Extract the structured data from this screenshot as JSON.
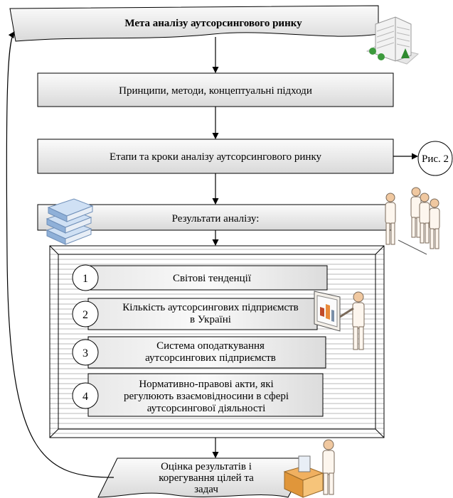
{
  "goal": {
    "label": "Мета аналізу аутсорсингового ринку"
  },
  "principles": {
    "label": "Принципи, методи, концептуальні підходи"
  },
  "stages": {
    "label": "Етапи та кроки аналізу аутсорсингового ринку"
  },
  "figure_ref": {
    "label": "Рис. 2"
  },
  "results": {
    "label": "Результати аналізу:"
  },
  "items": [
    {
      "num": "1",
      "lines": [
        "Світові тенденції"
      ]
    },
    {
      "num": "2",
      "lines": [
        "Кількість аутсорсингових підприємств",
        "в Україні"
      ]
    },
    {
      "num": "3",
      "lines": [
        "Система оподаткування",
        "аутсорсингових підприємств"
      ]
    },
    {
      "num": "4",
      "lines": [
        "Нормативно-правові акти, які",
        "регулюють взаємовідносини в сфері",
        "аутсорсингової діяльності"
      ]
    }
  ],
  "evaluation": {
    "lines": [
      "Оцінка результатів і",
      "корегування цілей та",
      "задач"
    ]
  },
  "colors": {
    "box_light": "#f4f4f4",
    "box_dark": "#d8d8d8",
    "stroke": "#000000",
    "stripe": "#c8c8c8"
  },
  "icons": [
    "office-building-icon",
    "stacked-books-icon",
    "people-group-icon",
    "presenter-board-icon",
    "worker-box-icon"
  ]
}
